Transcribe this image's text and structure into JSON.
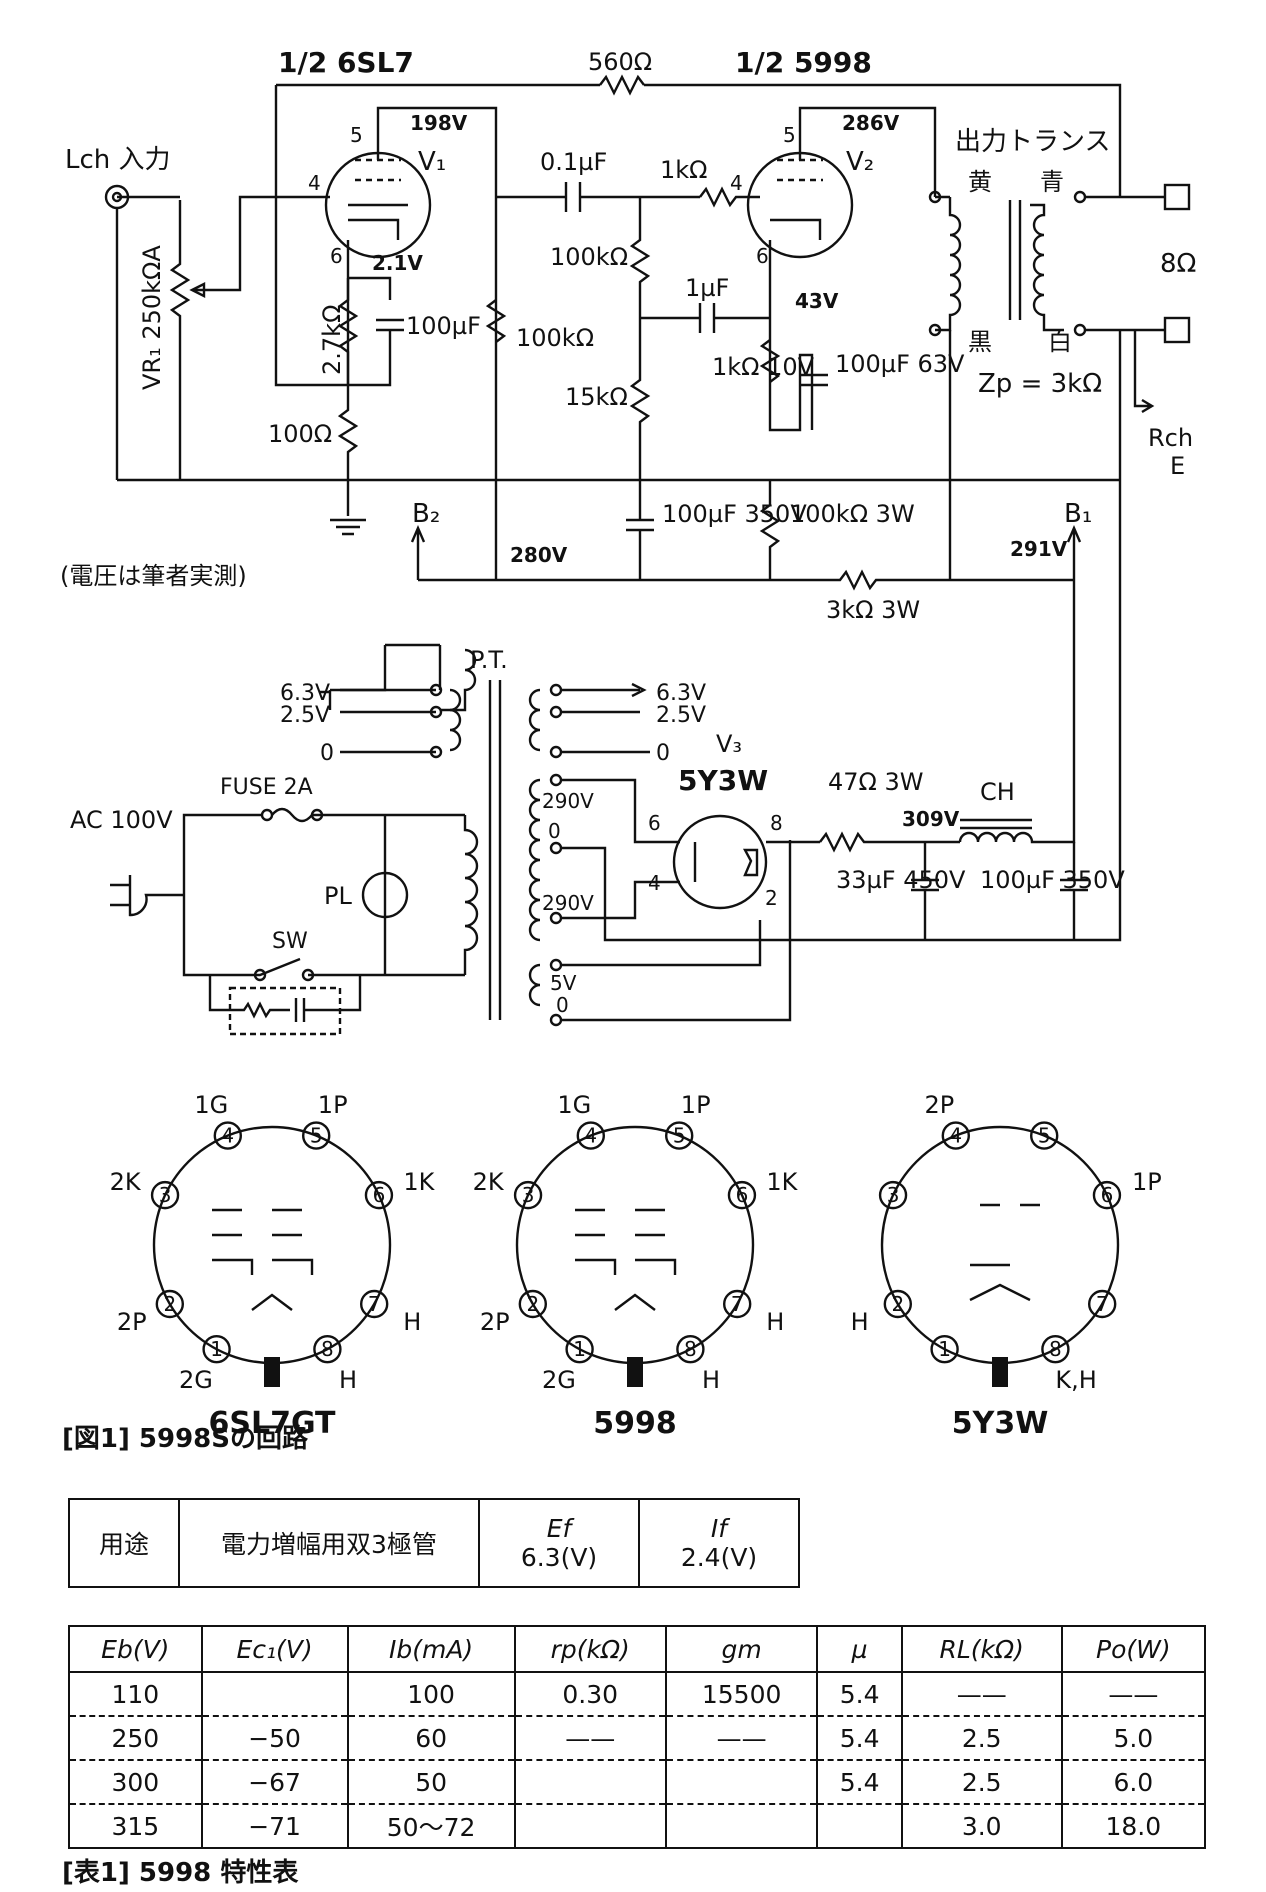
{
  "schematic": {
    "tube1_label": "1/2 6SL7",
    "tube2_label": "1/2 5998",
    "feedback_resistor": "560Ω",
    "input_label": "Lch 入力",
    "vr1_label": "VR₁ 250kΩA",
    "v1": "V₁",
    "v2": "V₂",
    "v3": "V₃",
    "v1_plate_voltage": "198V",
    "v1_cathode_voltage": "2.1V",
    "v2_plate_voltage": "286V",
    "v2_cathode_voltage": "43V",
    "coupling_cap": "0.1µF",
    "grid_stop": "1kΩ",
    "v1_cathode_r": "2.7kΩ",
    "v1_cathode_c": "100µF",
    "v1_plate_load": "100kΩ",
    "r_100": "100Ω",
    "div_r1": "100kΩ",
    "div_r2": "15kΩ",
    "bootstrap_cap": "1µF",
    "v2_cathode_r": "1kΩ 10V",
    "v2_cathode_c": "100µF 63V",
    "filter_cap": "100µF 350V",
    "bleeder_r": "100kΩ 3W",
    "b2": "B₂",
    "b1": "B₁",
    "v280": "280V",
    "v291": "291V",
    "decoupling_r": "3kΩ 3W",
    "voltage_note": "(電圧は筆者実測)",
    "output_transformer": "出力トランス",
    "ot_yellow": "黄",
    "ot_blue": "青",
    "ot_black": "黒",
    "ot_white": "白",
    "zp": "Zp = 3kΩ",
    "speaker": "8Ω",
    "rch": "Rch",
    "e": "E",
    "pt": "P.T.",
    "h63_left": "6.3V",
    "h25_left": "2.5V",
    "h0_left": "0",
    "h63_right": "6.3V",
    "h25_right": "2.5V",
    "h0_right": "0",
    "hv1": "290V",
    "hv0": "0",
    "hv2": "290V",
    "rect_fil": "5V",
    "rect_fil0": "0",
    "ac": "AC 100V",
    "fuse": "FUSE 2A",
    "pl": "PL",
    "sw": "SW",
    "rectifier": "5Y3W",
    "pin6": "6",
    "pin4": "4",
    "pin8": "8",
    "pin2": "2",
    "rect_r": "47Ω 3W",
    "v309": "309V",
    "choke": "CH",
    "cap33": "33µF 450V",
    "cap100": "100µF 350V"
  },
  "pinouts": [
    {
      "name": "6SL7GT",
      "pins": {
        "p1": "2G",
        "p2": "2P",
        "p3": "2K",
        "p4": "1G",
        "p5": "1P",
        "p6": "1K",
        "p7": "H",
        "p8": "H"
      }
    },
    {
      "name": "5998",
      "pins": {
        "p1": "2G",
        "p2": "2P",
        "p3": "2K",
        "p4": "1G",
        "p5": "1P",
        "p6": "1K",
        "p7": "H",
        "p8": "H"
      }
    },
    {
      "name": "5Y3W",
      "pins": {
        "p2": "H",
        "p4": "2P",
        "p6": "1P",
        "p8": "K,H"
      }
    }
  ],
  "figure_caption": "[図1]  5998Sの回路",
  "table1": {
    "use_label": "用途",
    "use_value": "電力増幅用双3極管",
    "ef_label": "Ef",
    "ef_value": "6.3(V)",
    "if_label": "If",
    "if_value": "2.4(V)"
  },
  "table2": {
    "headers": [
      "Eb(V)",
      "Ec₁(V)",
      "Ib(mA)",
      "rp(kΩ)",
      "gm",
      "µ",
      "RL(kΩ)",
      "Po(W)"
    ],
    "rows": [
      [
        "110",
        "",
        "100",
        "0.30",
        "15500",
        "5.4",
        "——",
        "——"
      ],
      [
        "250",
        "−50",
        "60",
        "——",
        "——",
        "5.4",
        "2.5",
        "5.0"
      ],
      [
        "300",
        "−67",
        "50",
        "",
        "",
        "5.4",
        "2.5",
        "6.0"
      ],
      [
        "315",
        "−71",
        "50〜72",
        "",
        "",
        "",
        "3.0",
        "18.0"
      ]
    ]
  },
  "table_caption": "[表1]  5998 特性表"
}
